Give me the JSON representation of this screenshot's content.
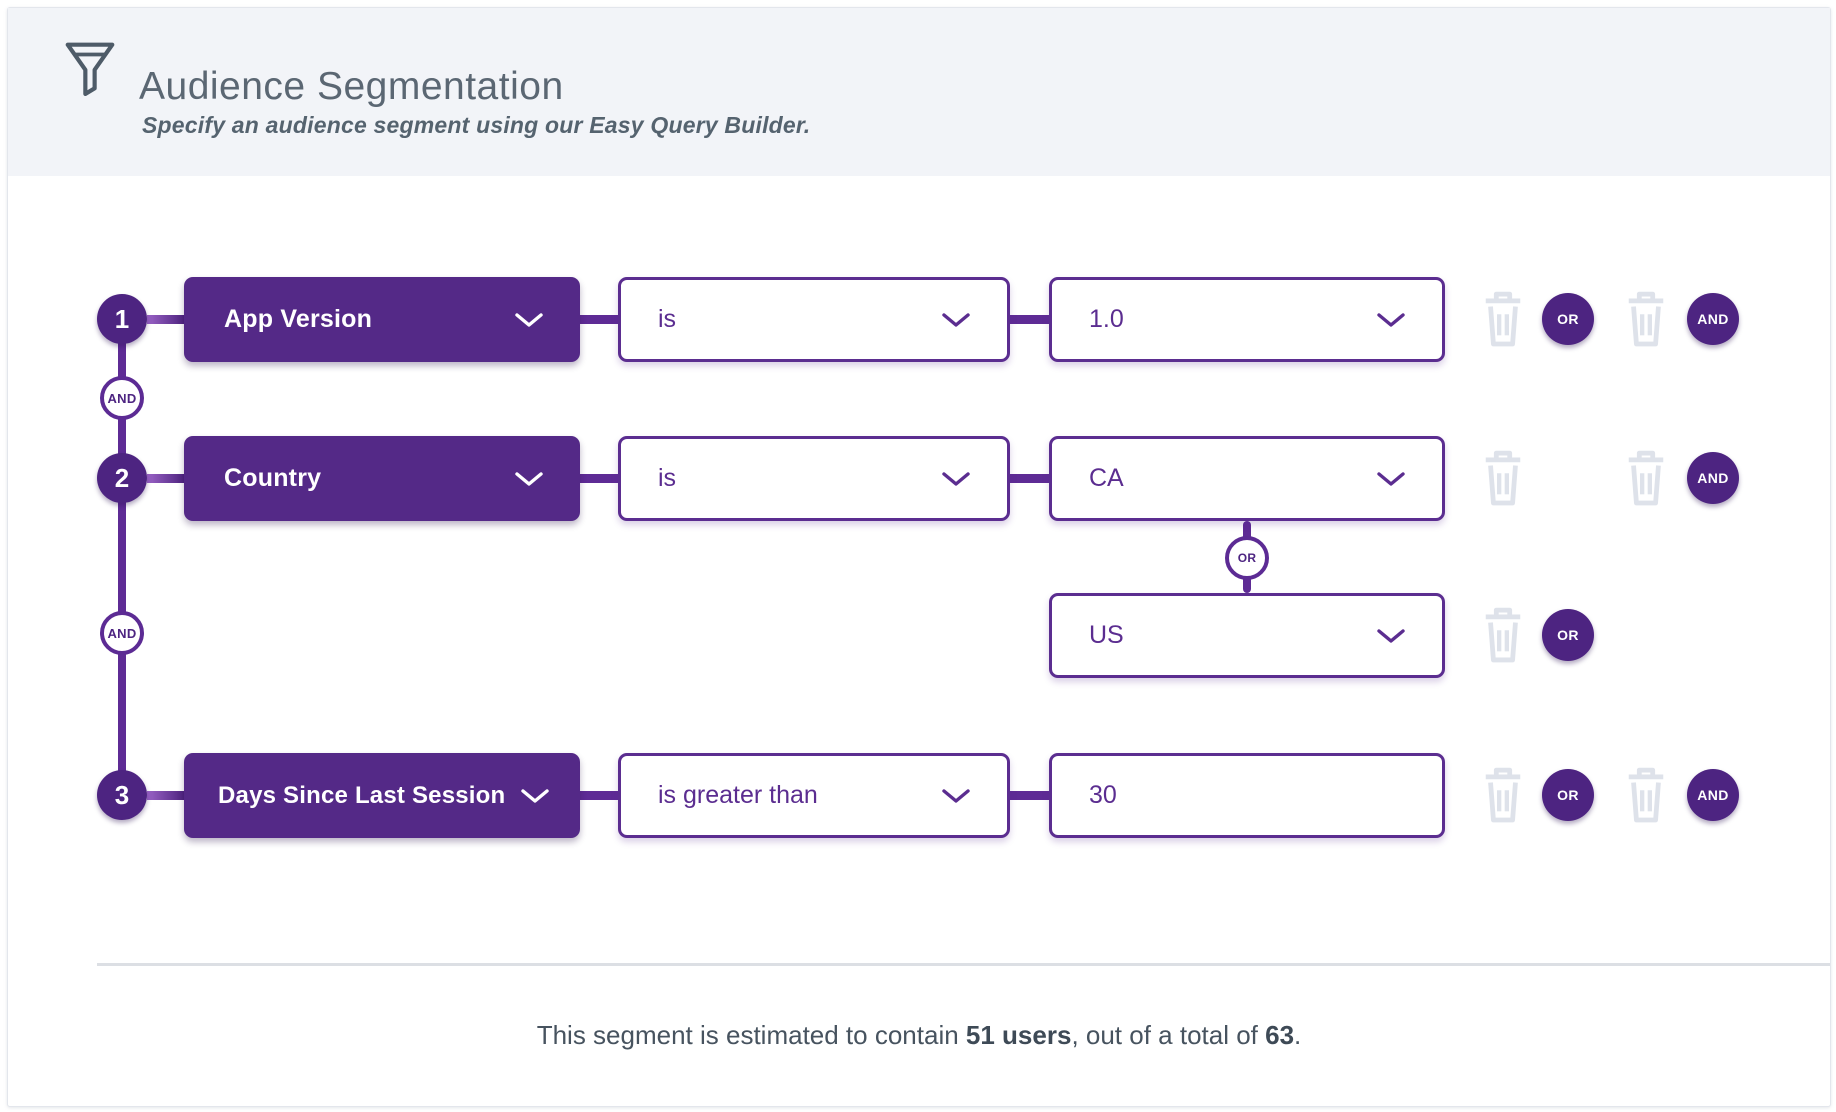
{
  "header": {
    "title": "Audience Segmentation",
    "subtitle": "Specify an audience segment using our Easy Query Builder.",
    "icon": "funnel-icon"
  },
  "icons": {
    "header": "funnel-icon",
    "delete": "trash-icon",
    "dropdown": "chevron-down-icon"
  },
  "labels": {
    "and": "AND",
    "or": "OR"
  },
  "rows": [
    {
      "number": "1",
      "field": "App Version",
      "operator": "is",
      "value": "1.0"
    },
    {
      "number": "2",
      "field": "Country",
      "operator": "is",
      "value": "CA"
    },
    {
      "number": "3",
      "field": "Days Since Last Session",
      "operator": "is greater than",
      "value": "30"
    }
  ],
  "extra_values": [
    {
      "parent_row": "2",
      "connector": "OR",
      "value": "US"
    }
  ],
  "connectors": {
    "between_row_1_2": "AND",
    "between_row_2_3": "AND",
    "between_ca_us": "OR"
  },
  "footer": {
    "text_before": "This segment is estimated to contain ",
    "users_bold": "51 users",
    "text_middle": ", out of a total of ",
    "total_bold": "63",
    "text_after": "."
  },
  "colors": {
    "purple_fill": "#542987",
    "purple_button": "#4d2481",
    "purple_border": "#5b2d90",
    "connector_line": "#5e2b95",
    "trash_gray": "#dee2ea",
    "header_bg": "#f2f4f8",
    "header_text": "#5b6773",
    "footer_text": "#47535f",
    "divider": "#dcdfe4"
  }
}
